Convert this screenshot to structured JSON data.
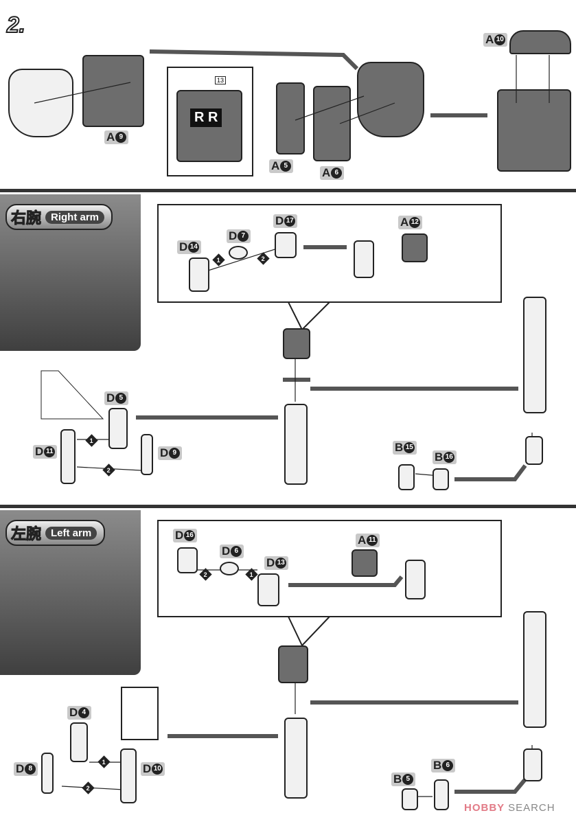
{
  "step2": {
    "number": "2.",
    "labels": {
      "a9": {
        "l": "A",
        "n": "9"
      },
      "a5": {
        "l": "A",
        "n": "5"
      },
      "a6": {
        "l": "A",
        "n": "6"
      },
      "a10": {
        "l": "A",
        "n": "10"
      }
    },
    "inset": {
      "part_number": "13",
      "vest_mark": "R R"
    }
  },
  "right_arm": {
    "title_jp": "右腕",
    "title_en": "Right arm",
    "labels": {
      "d14": {
        "l": "D",
        "n": "14"
      },
      "d7": {
        "l": "D",
        "n": "7"
      },
      "d17": {
        "l": "D",
        "n": "17"
      },
      "a12": {
        "l": "A",
        "n": "12"
      },
      "d5": {
        "l": "D",
        "n": "5"
      },
      "d11": {
        "l": "D",
        "n": "11"
      },
      "d9": {
        "l": "D",
        "n": "9"
      },
      "b15": {
        "l": "B",
        "n": "15"
      },
      "b16": {
        "l": "B",
        "n": "16"
      }
    },
    "steps": [
      "1",
      "2"
    ]
  },
  "left_arm": {
    "title_jp": "左腕",
    "title_en": "Left arm",
    "labels": {
      "d16": {
        "l": "D",
        "n": "16"
      },
      "d6": {
        "l": "D",
        "n": "6"
      },
      "d13": {
        "l": "D",
        "n": "13"
      },
      "a11": {
        "l": "A",
        "n": "11"
      },
      "d4": {
        "l": "D",
        "n": "4"
      },
      "d8": {
        "l": "D",
        "n": "8"
      },
      "d10": {
        "l": "D",
        "n": "10"
      },
      "b5": {
        "l": "B",
        "n": "5"
      },
      "b6": {
        "l": "B",
        "n": "6"
      }
    },
    "steps": [
      "1",
      "2"
    ]
  },
  "watermark": {
    "brand": "HOBBY",
    "suffix": "SEARCH"
  }
}
